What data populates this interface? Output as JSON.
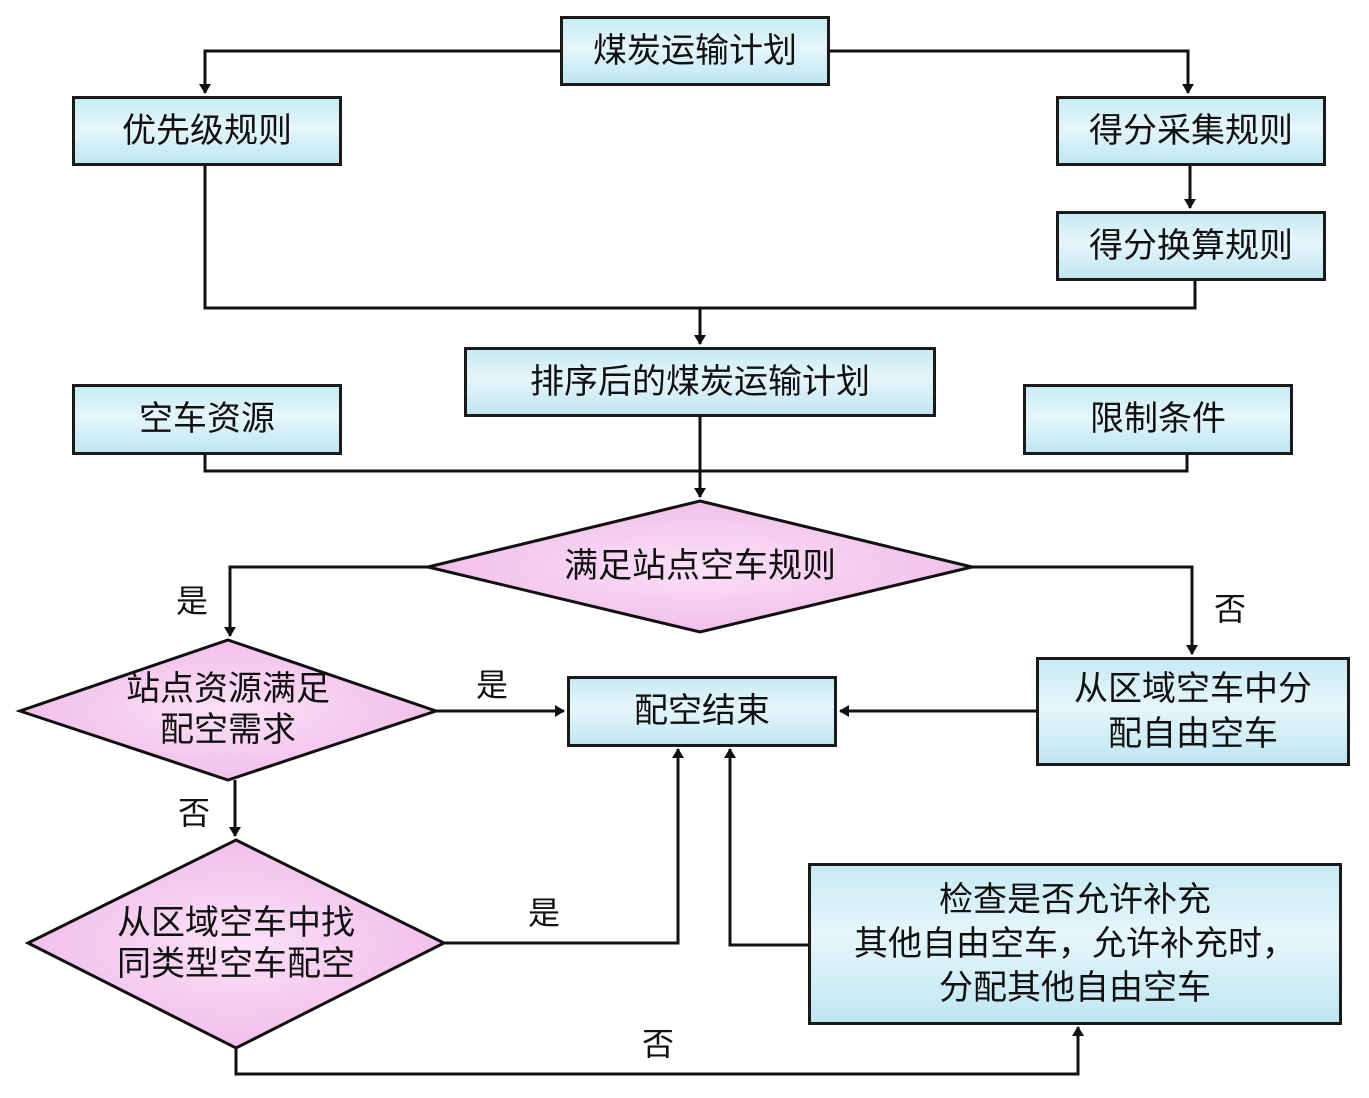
{
  "colors": {
    "box_fill_top": "#c8eaf4",
    "box_fill_mid": "#e6f6fb",
    "diamond_fill_edge": "#f0b8e8",
    "diamond_fill_center": "#fbe1f7",
    "stroke": "#1a1a1a"
  },
  "nodes": {
    "coal_plan": "煤炭运输计划",
    "priority_rules": "优先级规则",
    "score_collection_rules": "得分采集规则",
    "score_conversion_rules": "得分换算规则",
    "sorted_coal_plan": "排序后的煤炭运输计划",
    "empty_car_resources": "空车资源",
    "constraints": "限制条件",
    "station_rule_decision": "满足站点空车规则",
    "station_resource_decision": [
      "站点资源满足",
      "配空需求"
    ],
    "allocation_end": "配空结束",
    "regional_free_allocation": [
      "从区域空车中分",
      "配自由空车"
    ],
    "regional_same_type_decision": [
      "从区域空车中找",
      "同类型空车配空"
    ],
    "supplement_check": [
      "检查是否允许补充",
      "其他自由空车，允许补充时，",
      "分配其他自由空车"
    ]
  },
  "edge_labels": {
    "station_rule_yes": "是",
    "station_rule_no": "否",
    "station_resource_yes": "是",
    "station_resource_no": "否",
    "same_type_yes": "是",
    "same_type_no": "否"
  }
}
